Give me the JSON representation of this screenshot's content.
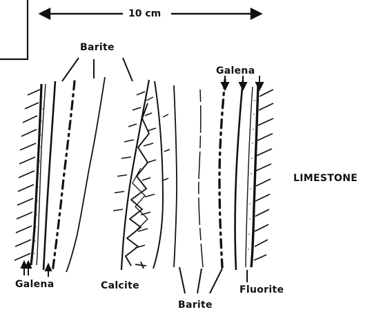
{
  "figure": {
    "scale_label": "10 cm",
    "labels": {
      "barite_top": "Barite",
      "galena_top_right": "Galena",
      "limestone": "LIMESTONE",
      "galena_bottom_left": "Galena",
      "calcite": "Calcite",
      "barite_bottom": "Barite",
      "fluorite": "Fluorite"
    }
  },
  "colors": {
    "ink": "#111111",
    "background": "#ffffff",
    "stipple": "#555555"
  }
}
